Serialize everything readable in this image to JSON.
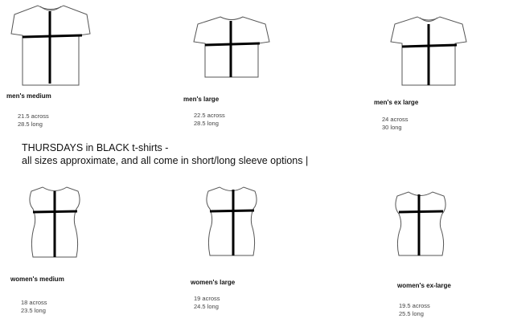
{
  "note": {
    "line1": "THURSDAYS in BLACK t-shirts -",
    "line2": "all sizes approximate, and all come in short/long sleeve options",
    "cursor": "|"
  },
  "mens": [
    {
      "label": "men's medium",
      "across": "21.5 across",
      "long": "28.5 long"
    },
    {
      "label": "men's large",
      "across": "22.5  across",
      "long": "28.5 long"
    },
    {
      "label": "men's ex large",
      "across": "24 across",
      "long": "30  long"
    }
  ],
  "womens": [
    {
      "label": "women's medium",
      "across": "18 across",
      "long": "23.5 long"
    },
    {
      "label": "women's large",
      "across": "19 across",
      "long": "24.5 long"
    },
    {
      "label": "women's ex-large",
      "across": "19.5  across",
      "long": "25.5 long"
    }
  ]
}
